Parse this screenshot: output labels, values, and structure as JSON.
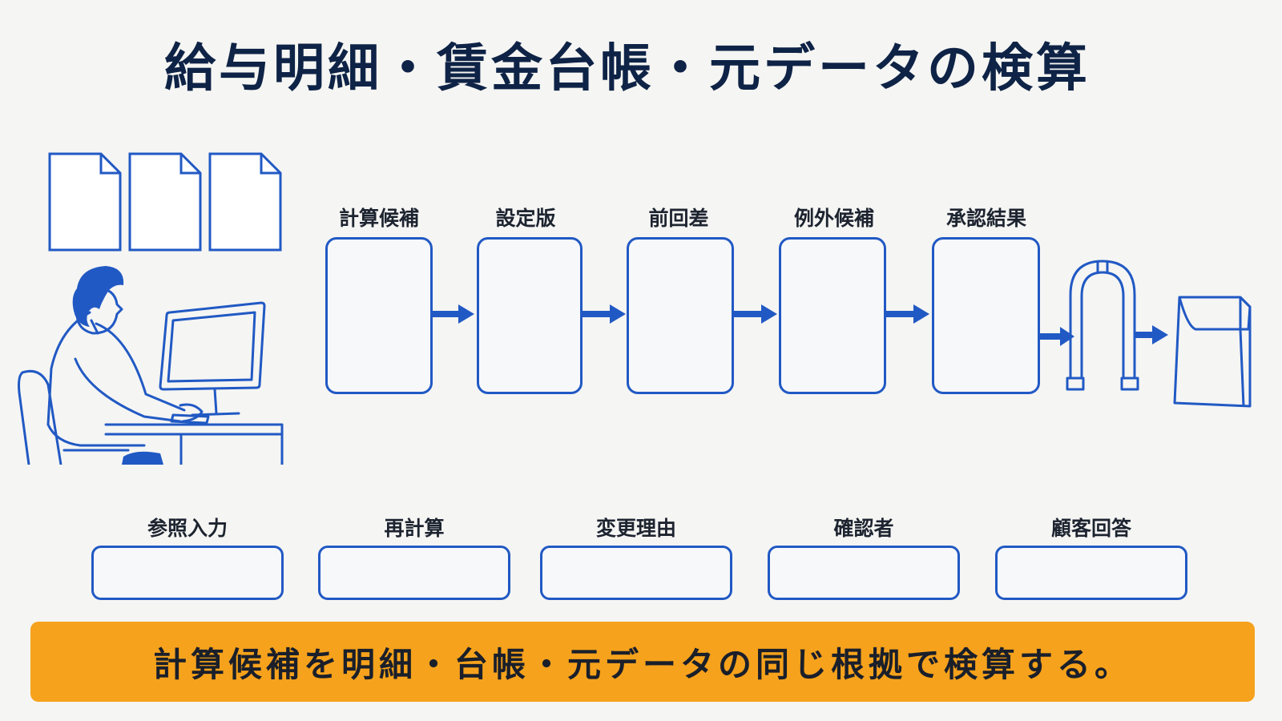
{
  "title": "給与明細・賃金台帳・元データの検算",
  "process_steps": [
    {
      "label": "計算候補"
    },
    {
      "label": "設定版"
    },
    {
      "label": "前回差"
    },
    {
      "label": "例外候補"
    },
    {
      "label": "承認結果"
    }
  ],
  "bottom_fields": [
    {
      "label": "参照入力"
    },
    {
      "label": "再計算"
    },
    {
      "label": "変更理由"
    },
    {
      "label": "確認者"
    },
    {
      "label": "顧客回答"
    }
  ],
  "banner": {
    "text": "計算候補を明細・台帳・元データの同じ根拠で検算する。"
  },
  "colors": {
    "accent_blue": "#2159c4",
    "title_navy": "#0e2346",
    "banner_orange": "#f6a21c",
    "background": "#f5f5f3"
  },
  "icons": [
    "document-icon",
    "person-at-computer-illustration",
    "arrow-right-icon",
    "gate-arch-icon",
    "paper-bag-icon"
  ]
}
